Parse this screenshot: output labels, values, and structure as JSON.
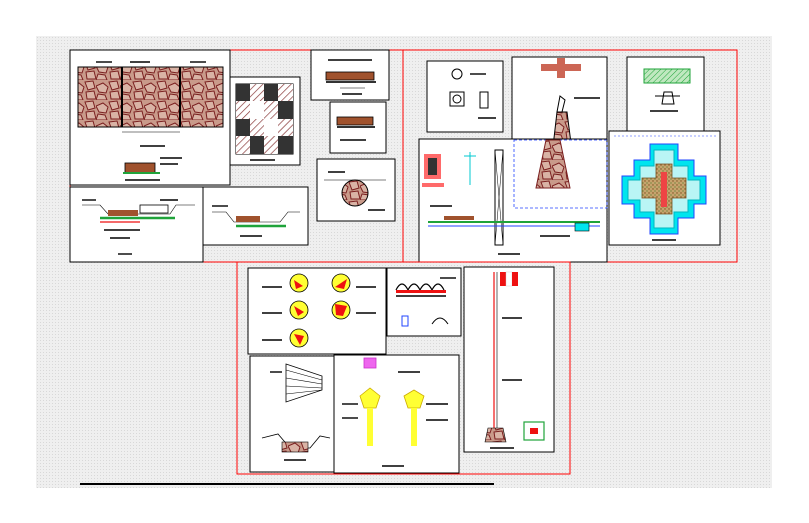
{
  "sheet": {
    "background": "#efefef",
    "frame_color": "#ff0000",
    "panel_border_color": "#000000"
  },
  "colors": {
    "stone_fill": "#c99a8a",
    "stone_outline": "#7a1f1f",
    "tile_dark": "#333333",
    "tile_hatch": "#8a3a3a",
    "cyan": "#00e5ee",
    "green": "#1fa33a",
    "yellow": "#ffff33",
    "red": "#ee1111",
    "magenta": "#cc33cc",
    "blue": "#2244ff",
    "brown": "#a0522d"
  },
  "groups": [
    {
      "name": "top-left-group",
      "panels": [
        "stone-wall-elevation",
        "checker-tile-plan",
        "small-section-a",
        "small-section-b",
        "round-stone-section",
        "channel-section-left",
        "channel-section-right"
      ]
    },
    {
      "name": "top-right-group",
      "panels": [
        "equipment-detail",
        "monument-elevation",
        "bench-detail",
        "flagpole-site-section",
        "cross-plaza-plan"
      ]
    },
    {
      "name": "bottom-group",
      "panels": [
        "emblem-details",
        "arch-detail",
        "topographic-section",
        "flagpole-elevation",
        "lamp-post-detail"
      ]
    }
  ]
}
